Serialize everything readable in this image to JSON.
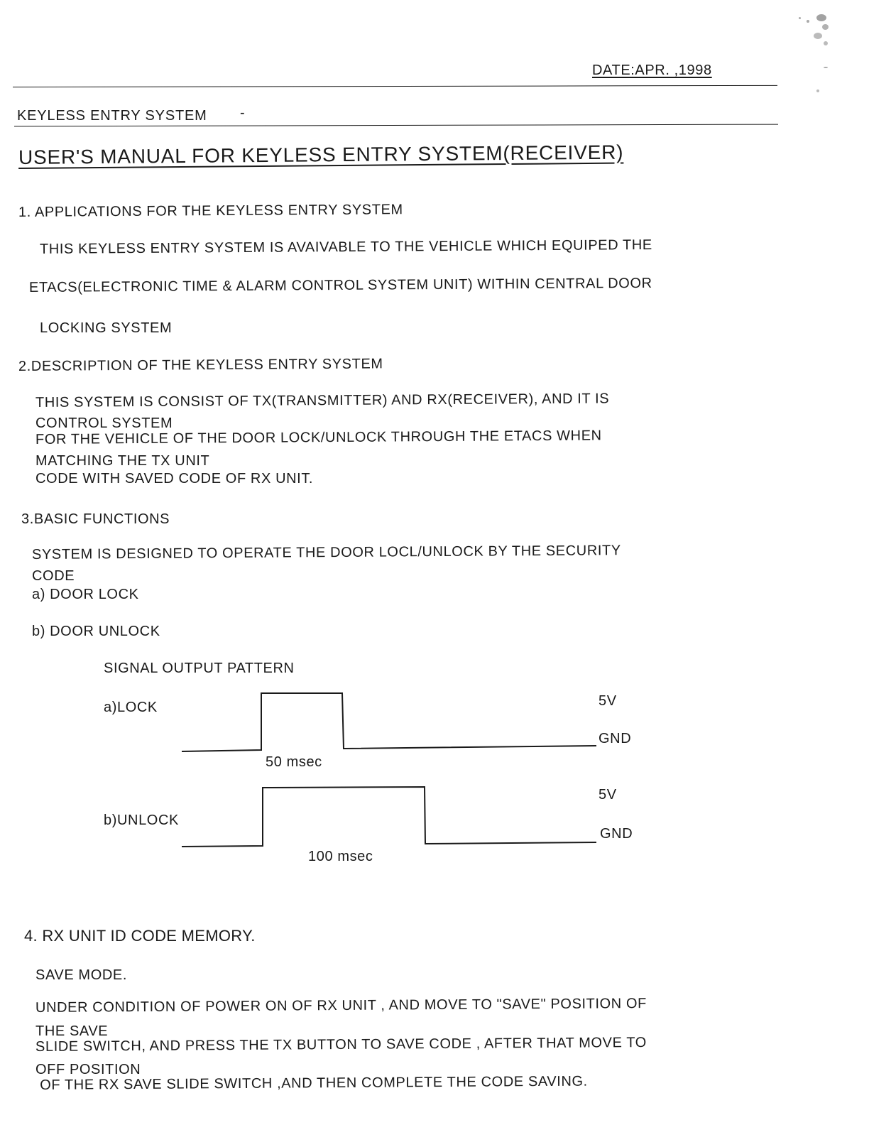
{
  "header": {
    "date": "DATE:APR.   ,1998",
    "system_label": "KEYLESS ENTRY SYSTEM",
    "system_dash": "-"
  },
  "title": "USER'S MANUAL FOR  KEYLESS ENTRY SYSTEM(RECEIVER)",
  "sections": {
    "s1": {
      "heading": "1. APPLICATIONS FOR THE KEYLESS ENTRY SYSTEM",
      "lines": [
        "THIS KEYLESS ENTRY SYSTEM IS AVAIVABLE TO THE VEHICLE WHICH  EQUIPED THE",
        "ETACS(ELECTRONIC TIME & ALARM CONTROL SYSTEM UNIT) WITHIN CENTRAL  DOOR",
        "LOCKING SYSTEM"
      ]
    },
    "s2": {
      "heading": "2.DESCRIPTION OF THE KEYLESS ENTRY SYSTEM",
      "lines": [
        "THIS SYSTEM IS CONSIST OF TX(TRANSMITTER) AND RX(RECEIVER), AND IT IS",
        "CONTROL SYSTEM",
        "FOR THE VEHICLE OF THE DOOR LOCK/UNLOCK THROUGH THE ETACS WHEN",
        "MATCHING THE TX UNIT",
        "CODE WITH SAVED CODE OF RX UNIT."
      ]
    },
    "s3": {
      "heading": "3.BASIC FUNCTIONS",
      "lines": [
        "SYSTEM IS DESIGNED TO OPERATE THE DOOR LOCL/UNLOCK BY THE SECURITY",
        "CODE",
        "a) DOOR LOCK",
        "b) DOOR UNLOCK"
      ]
    },
    "signal": {
      "title": "SIGNAL OUTPUT PATTERN",
      "lock": {
        "label": "a)LOCK",
        "high": "5V",
        "low": "GND",
        "duration": "50 msec",
        "duration_ms": 50
      },
      "unlock": {
        "label": "b)UNLOCK",
        "high": "5V",
        "low": "GND",
        "duration": "100 msec",
        "duration_ms": 100
      }
    },
    "s4": {
      "heading": "4. RX UNIT ID CODE MEMORY.",
      "mode": "SAVE  MODE.",
      "lines": [
        "UNDER CONDITION OF POWER ON OF RX UNIT , AND MOVE TO \"SAVE\" POSITION OF",
        "THE SAVE",
        "SLIDE SWITCH, AND PRESS THE TX BUTTON TO SAVE CODE , AFTER THAT MOVE TO",
        "OFF POSITION",
        " OF THE RX SAVE SLIDE SWITCH ,AND THEN COMPLETE THE CODE SAVING."
      ]
    }
  }
}
